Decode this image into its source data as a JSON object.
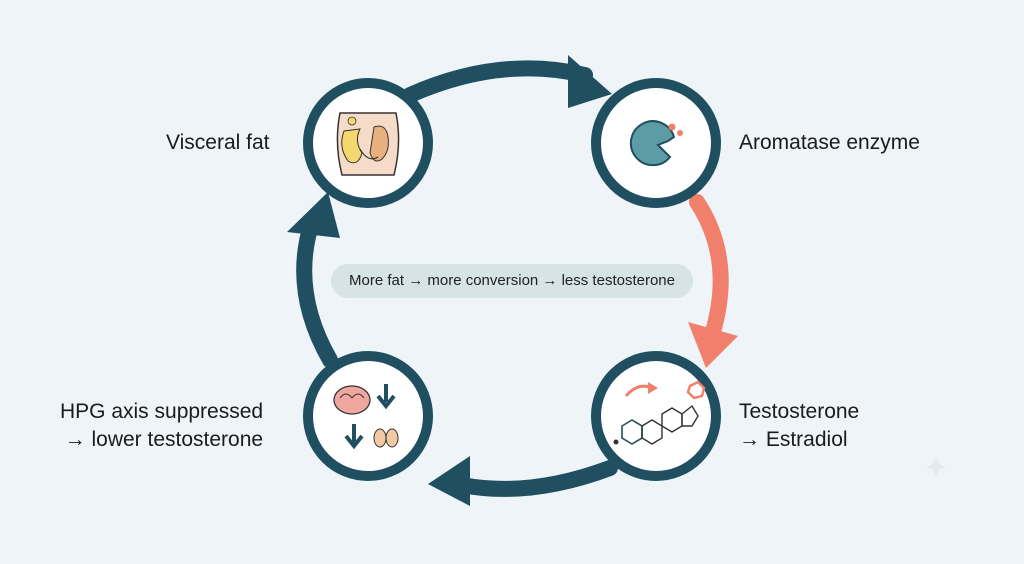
{
  "nodes": {
    "visceral_fat": {
      "label": "Visceral fat",
      "icon": "abdomen-fat-icon"
    },
    "aromatase": {
      "label": "Aromatase enzyme",
      "icon": "enzyme-icon"
    },
    "conversion": {
      "label_line1": "Testosterone",
      "label_line2": "→ Estradiol",
      "icon": "steroid-molecule-icon"
    },
    "hpg": {
      "label_line1": "HPG axis suppressed",
      "label_line2": "→ lower testosterone",
      "icon": "brain-testes-down-icon"
    }
  },
  "center_caption": "More fat → more conversion → less testosterone",
  "colors": {
    "ring": "#1f4f60",
    "arrow": "#1f4f60",
    "accent_arrow": "#f07f6b",
    "background": "#eef4f7",
    "caption_bg": "#d6e4e6"
  }
}
